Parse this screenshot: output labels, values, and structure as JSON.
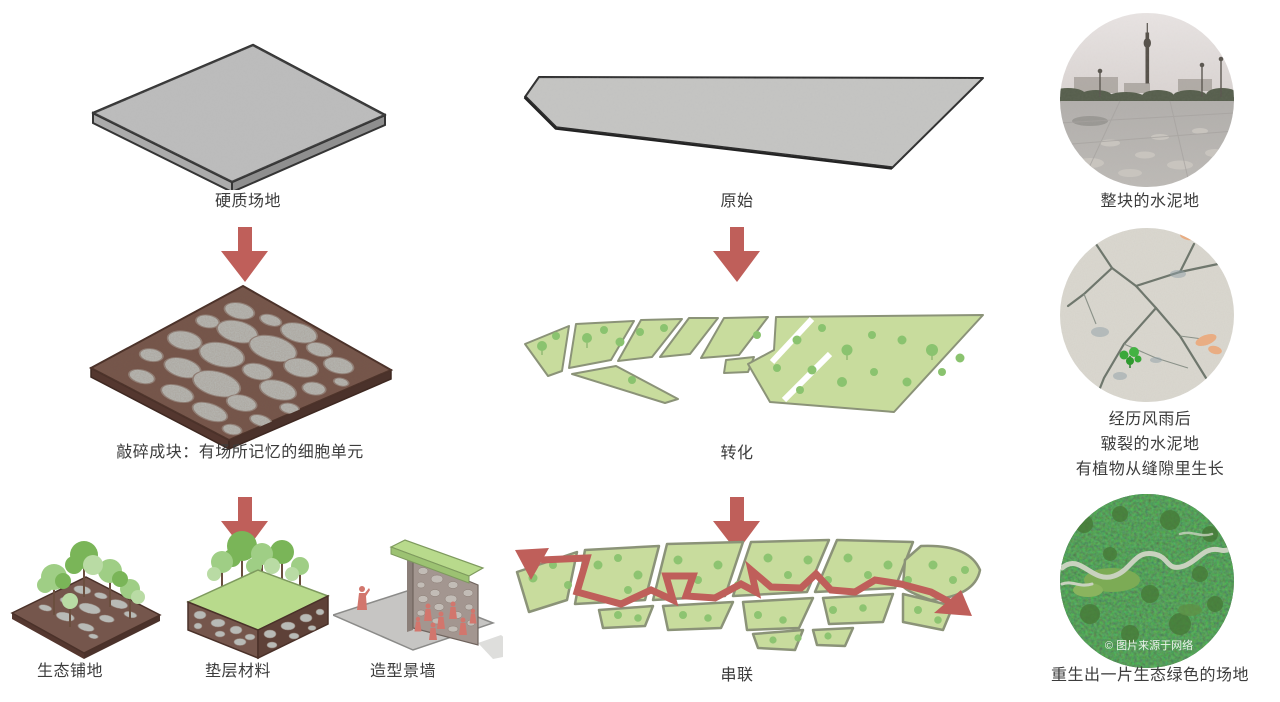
{
  "left_column": {
    "step1": {
      "label": "硬质场地"
    },
    "step2": {
      "label": "敲碎成块：有场所记忆的细胞单元"
    },
    "step3": {
      "items": [
        {
          "label": "生态铺地"
        },
        {
          "label": "垫层材料"
        },
        {
          "label": "造型景墙"
        }
      ]
    }
  },
  "middle_column": {
    "step1": {
      "label": "原始"
    },
    "step2": {
      "label": "转化"
    },
    "step3": {
      "label": "串联"
    }
  },
  "right_column": {
    "photos": [
      {
        "caption": "整块的水泥地"
      },
      {
        "caption_lines": [
          "经历风雨后",
          "皲裂的水泥地",
          "有植物从缝隙里生长"
        ]
      },
      {
        "caption": "重生出一片生态绿色的场地",
        "watermark": "© 图片来源于网络"
      }
    ]
  },
  "colors": {
    "arrow_red": "#bf5f5a",
    "outline_dark": "#353535",
    "slab_gray": "#bdbdbd",
    "slab_side_light": "#ababab",
    "slab_side_dark": "#8f8f8f",
    "soil_brown": "#75564c",
    "soil_dark": "#54372f",
    "stone_gray": "#b8bab6",
    "green_fill": "#c8dc9d",
    "green_stroke": "#8b9378",
    "green_top": "#b8da8c",
    "tree_green": "#8ac36f",
    "figure_red": "#d2766d",
    "label_text": "#3c3c3c"
  }
}
